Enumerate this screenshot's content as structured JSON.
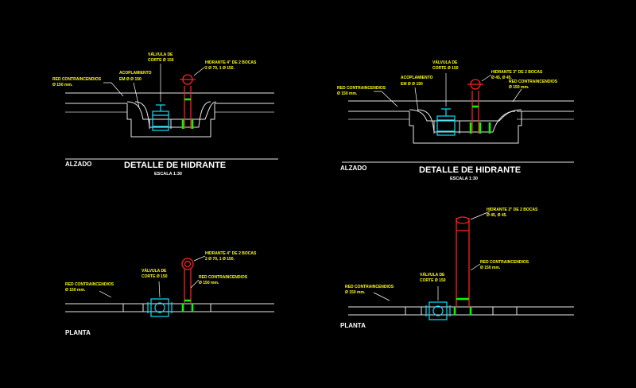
{
  "left_detail": {
    "valve_label": [
      "VÁLVULA DE",
      "CORTE Ø 150"
    ],
    "hydrant_label": [
      "HIDRANTE 4\" DE 2 BOCAS",
      "2 Ø 70, 1 Ø 150."
    ],
    "coupling_label": [
      "ACOPLAMIENTO",
      "EM Ø Ø 150"
    ],
    "network_label": [
      "RED CONTRAINCENDIOS",
      "Ø 150 mm."
    ],
    "elevation_tag": "ALZADO",
    "title": "DETALLE DE HIDRANTE",
    "scale": "ESCALA 1:30",
    "plan_hydrant_label": [
      "HIDRANTE 4\" DE 2 BOCAS",
      "2 Ø 70, 1 Ø 150."
    ],
    "plan_network_label": [
      "RED CONTRAINCENDIOS",
      "Ø 150 mm."
    ],
    "plan_valve_label": [
      "VÁLVULA DE",
      "CORTE Ø 150"
    ],
    "plan_main_label": [
      "RED CONTRAINCENDIOS",
      "Ø 150 mm."
    ],
    "plan_tag": "PLANTA"
  },
  "right_detail": {
    "valve_label": [
      "VÁLVULA DE",
      "CORTE Ø 150"
    ],
    "hydrant_label": [
      "HIDRANTE 3\" DE 2 BOCAS",
      "Ø 45, Ø 45."
    ],
    "coupling_label": [
      "ACOPLAMIENTO",
      "EM Ø Ø 150"
    ],
    "network_label_left": [
      "RED CONTRAINCENDIOS",
      "Ø 150 mm."
    ],
    "network_label_right": [
      "RED CONTRAINCENDIOS",
      "Ø 150 mm."
    ],
    "elevation_tag": "ALZADO",
    "title": "DETALLE DE HIDRANTE",
    "scale": "ESCALA 1:30",
    "plan_hydrant_label": [
      "HIDRANTE 3\" DE 2 BOCAS",
      "Ø 45, Ø 45."
    ],
    "plan_network_label": [
      "RED CONTRAINCENDIOS",
      "Ø 150 mm."
    ],
    "plan_valve_label": [
      "VÁLVULA DE",
      "CORTE Ø 150"
    ],
    "plan_main_label": [
      "RED CONTRAINCENDIOS",
      "Ø 150 mm."
    ],
    "plan_tag": "PLANTA"
  },
  "colors": {
    "background": "#000000",
    "label": "#ffff00",
    "line": "#e8e8e8",
    "valve": "#00e5ff",
    "hydrant": "#ff2020",
    "joint": "#00ff00"
  }
}
